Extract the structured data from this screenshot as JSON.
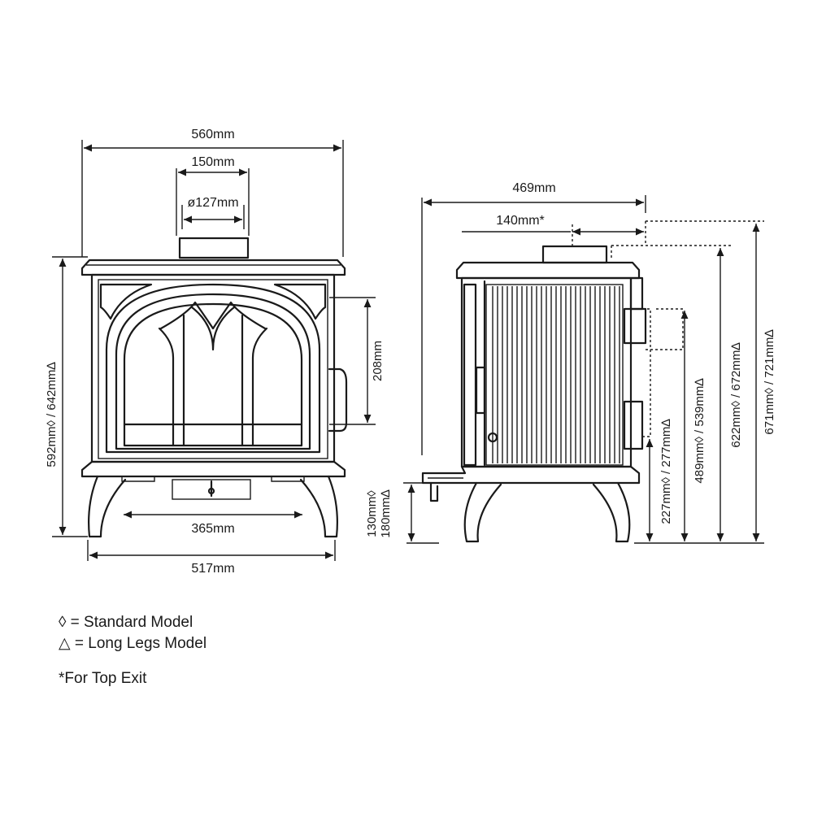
{
  "front_view": {
    "overall_width": "560mm",
    "flue_width": "150mm",
    "flue_diameter": "ø127mm",
    "height": "592mm◊ / 642mm∆",
    "window_height": "208mm",
    "leg_span_inner": "365mm",
    "leg_span_outer": "517mm"
  },
  "side_view": {
    "depth": "469mm",
    "flue_offset": "140mm*",
    "leg_height": [
      "130mm◊",
      "180mm∆"
    ],
    "rear_outlet_centre": "227mm◊ / 277mm∆",
    "rear_flue_centre": "489mm◊ / 539mm∆",
    "top_height": "622mm◊ / 672mm∆",
    "flue_top_height": "671mm◊ / 721mm∆"
  },
  "legend": {
    "standard": "◊ = Standard Model",
    "long_legs": "△ = Long Legs Model",
    "note": "*For Top Exit"
  }
}
